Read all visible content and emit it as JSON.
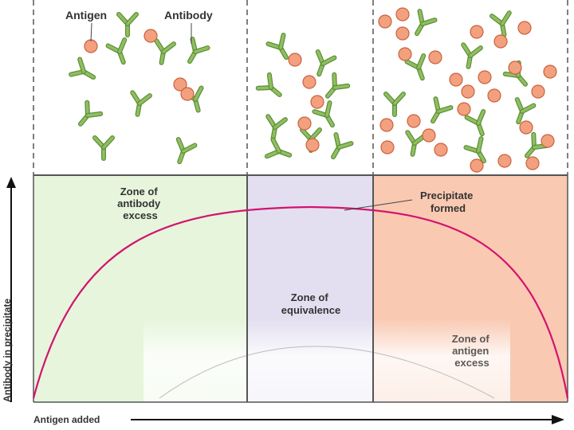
{
  "labels": {
    "antigen": "Antigen",
    "antibody": "Antibody",
    "zone_antibody_excess": [
      "Zone of",
      "antibody",
      "excess"
    ],
    "zone_equivalence": [
      "Zone of",
      "equivalence"
    ],
    "zone_antigen_excess": [
      "Zone of",
      "antigen",
      "excess"
    ],
    "precipitate": [
      "Precipitate",
      "formed"
    ],
    "y_axis": "Antibody in precipitate",
    "x_axis": "Antigen added"
  },
  "colors": {
    "zone_antibody_excess": "#e6f5dc",
    "zone_equivalence": "#e3dff0",
    "zone_antigen_excess": "#f9c9b2",
    "curve": "#d2136e",
    "antibody": "#8fbf60",
    "antibody_edge": "#5f8f3a",
    "antigen": "#f3a07f",
    "antigen_edge": "#c8623f",
    "divider": "#555555"
  }
}
